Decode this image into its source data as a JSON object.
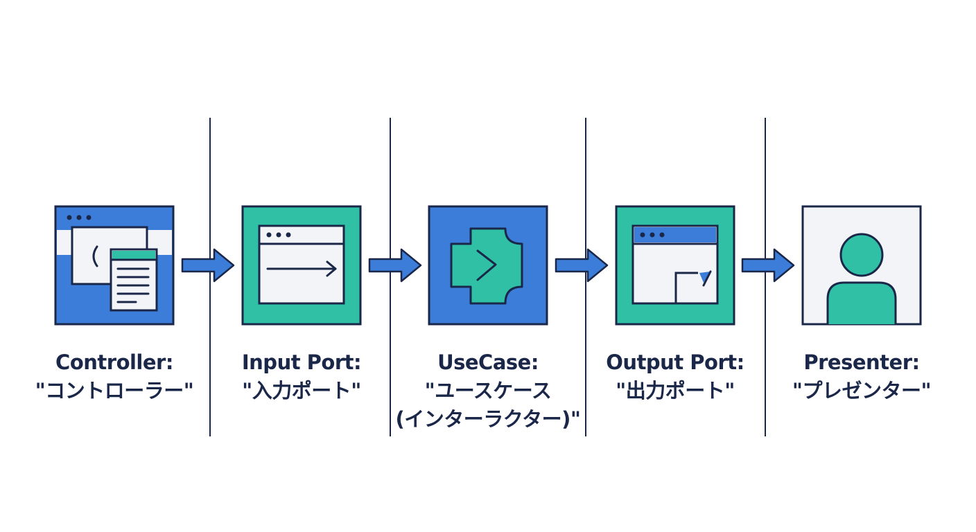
{
  "colors": {
    "blue": "#3b7dd8",
    "teal": "#2fc0a6",
    "navy": "#1a2748",
    "paper": "#f2f4f8"
  },
  "steps": [
    {
      "icon": "controller-window-icon",
      "title": "Controller:",
      "subtitle": "\"コントローラー\""
    },
    {
      "icon": "input-port-window-icon",
      "title": "Input Port:",
      "subtitle": "\"入力ポート\""
    },
    {
      "icon": "usecase-interactor-icon",
      "title": "UseCase:",
      "subtitle": "\"ユースケース",
      "subtitle2": "(インターラクター)\""
    },
    {
      "icon": "output-port-window-icon",
      "title": "Output Port:",
      "subtitle": "\"出力ポート\""
    },
    {
      "icon": "presenter-person-icon",
      "title": "Presenter:",
      "subtitle": "\"プレゼンター\""
    }
  ]
}
